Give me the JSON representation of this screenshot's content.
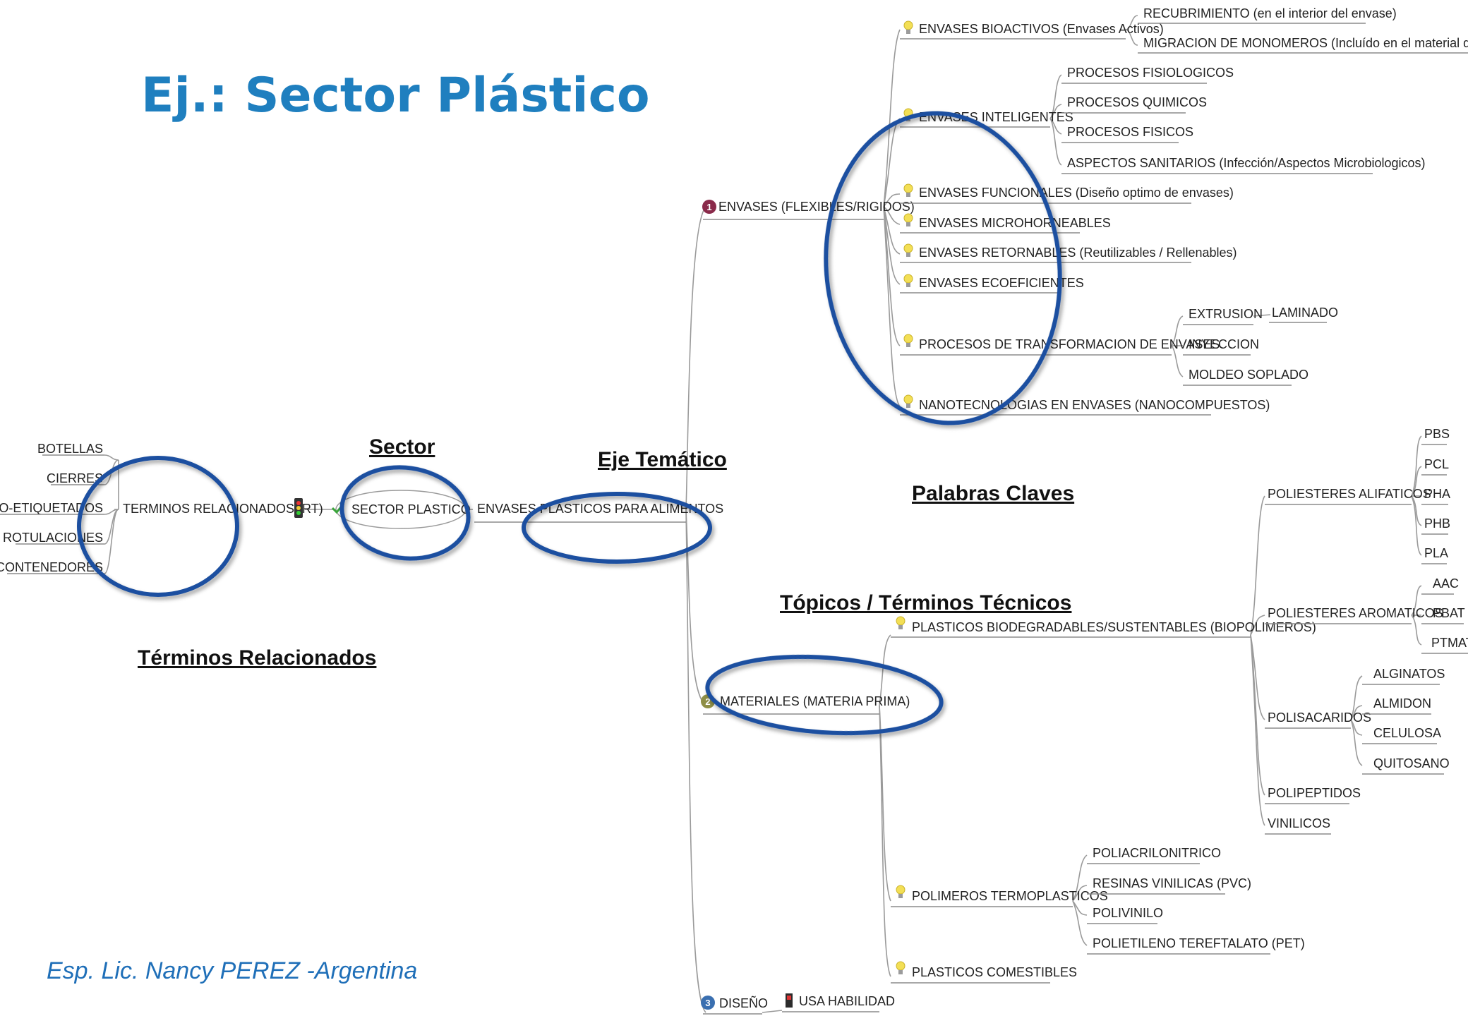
{
  "title": "Ej.: Sector Plástico",
  "author": "Esp. Lic. Nancy PEREZ -Argentina",
  "colors": {
    "title": "#1f7fbf",
    "ring": "#1b4fa0",
    "author": "#1f6fb8",
    "bulb": "#f3df55",
    "bulb_base": "#9b9b9b"
  },
  "headings": {
    "sector": "Sector",
    "eje": "Eje Temático",
    "palabras": "Palabras Claves",
    "topicos": "Tópicos / Términos Técnicos",
    "relacionados": "Términos Relacionados"
  },
  "nodes": {
    "botellas": "BOTELLAS",
    "cierres": "CIERRES",
    "eco_etiquetados": "ECO-ETIQUETADOS",
    "rotulaciones": "ROTULACIONES",
    "contenedores": "CONTENEDORES",
    "terminos_relacionados": "TERMINOS RELACIONADOS (RT)",
    "sector_plastico": "SECTOR PLASTICO",
    "envases_plasticos": "ENVASES PLASTICOS PARA ALIMENTOS",
    "envases_flex": "ENVASES (FLEXIBLES/RIGIDOS)",
    "bioactivos": "ENVASES BIOACTIVOS (Envases Activos)",
    "recubrimiento": "RECUBRIMIENTO (en el interior del envase)",
    "migracion": "MIGRACION DE MONOMEROS (Incluído en el material del envase)",
    "inteligentes": "ENVASES INTELIGENTES",
    "fisiologicos": "PROCESOS FISIOLOGICOS",
    "quimicos": "PROCESOS QUIMICOS",
    "fisicos": "PROCESOS FISICOS",
    "sanitarios": "ASPECTOS SANITARIOS (Infección/Aspectos Microbiologicos)",
    "funcionales": "ENVASES FUNCIONALES (Diseño optimo de envases)",
    "microhorneables": "ENVASES MICROHORNEABLES",
    "retornables": "ENVASES RETORNABLES (Reutilizables / Rellenables)",
    "ecoeficientes": "ENVASES ECOEFICIENTES",
    "procesos_transf": "PROCESOS DE TRANSFORMACION DE ENVASES",
    "extrusion": "EXTRUSION",
    "laminado": "LAMINADO",
    "inyeccion": "INYECCION",
    "moldeo": "MOLDEO SOPLADO",
    "nanotec": "NANOTECNOLOGIAS EN ENVASES (NANOCOMPUESTOS)",
    "materiales": "MATERIALES (MATERIA PRIMA)",
    "biodegradables": "PLASTICOS BIODEGRADABLES/SUSTENTABLES (BIOPOLIMEROS)",
    "pol_alifaticos": "POLIESTERES ALIFATICOS",
    "pbs": "PBS",
    "pcl": "PCL",
    "pha": "PHA",
    "phb": "PHB",
    "pla": "PLA",
    "pol_aromaticos": "POLIESTERES AROMATICOS",
    "aac": "AAC",
    "pbat": "PBAT",
    "ptmat": "PTMAT",
    "polisacaridos": "POLISACARIDOS",
    "alginatos": "ALGINATOS",
    "almidon": "ALMIDON",
    "celulosa": "CELULOSA",
    "quitosano": "QUITOSANO",
    "polipeptidos": "POLIPEPTIDOS",
    "vinilicos": "VINILICOS",
    "termoplasticos": "POLIMEROS TERMOPLASTICOS",
    "poliacrilonitrico": "POLIACRILONITRICO",
    "resinas": "RESINAS VINILICAS (PVC)",
    "polivinilo": "POLIVINILO",
    "pet": "POLIETILENO TEREFTALATO (PET)",
    "comestibles": "PLASTICOS COMESTIBLES",
    "diseno": "DISEÑO",
    "usabilidad": "USA HABILIDAD"
  },
  "icons": {
    "priority_1": "1",
    "priority_2": "2",
    "priority_3": "3",
    "bulb": "lightbulb-icon",
    "flag": "flag-icon",
    "traffic_light": "traffic-light-icon",
    "check": "check-icon"
  }
}
